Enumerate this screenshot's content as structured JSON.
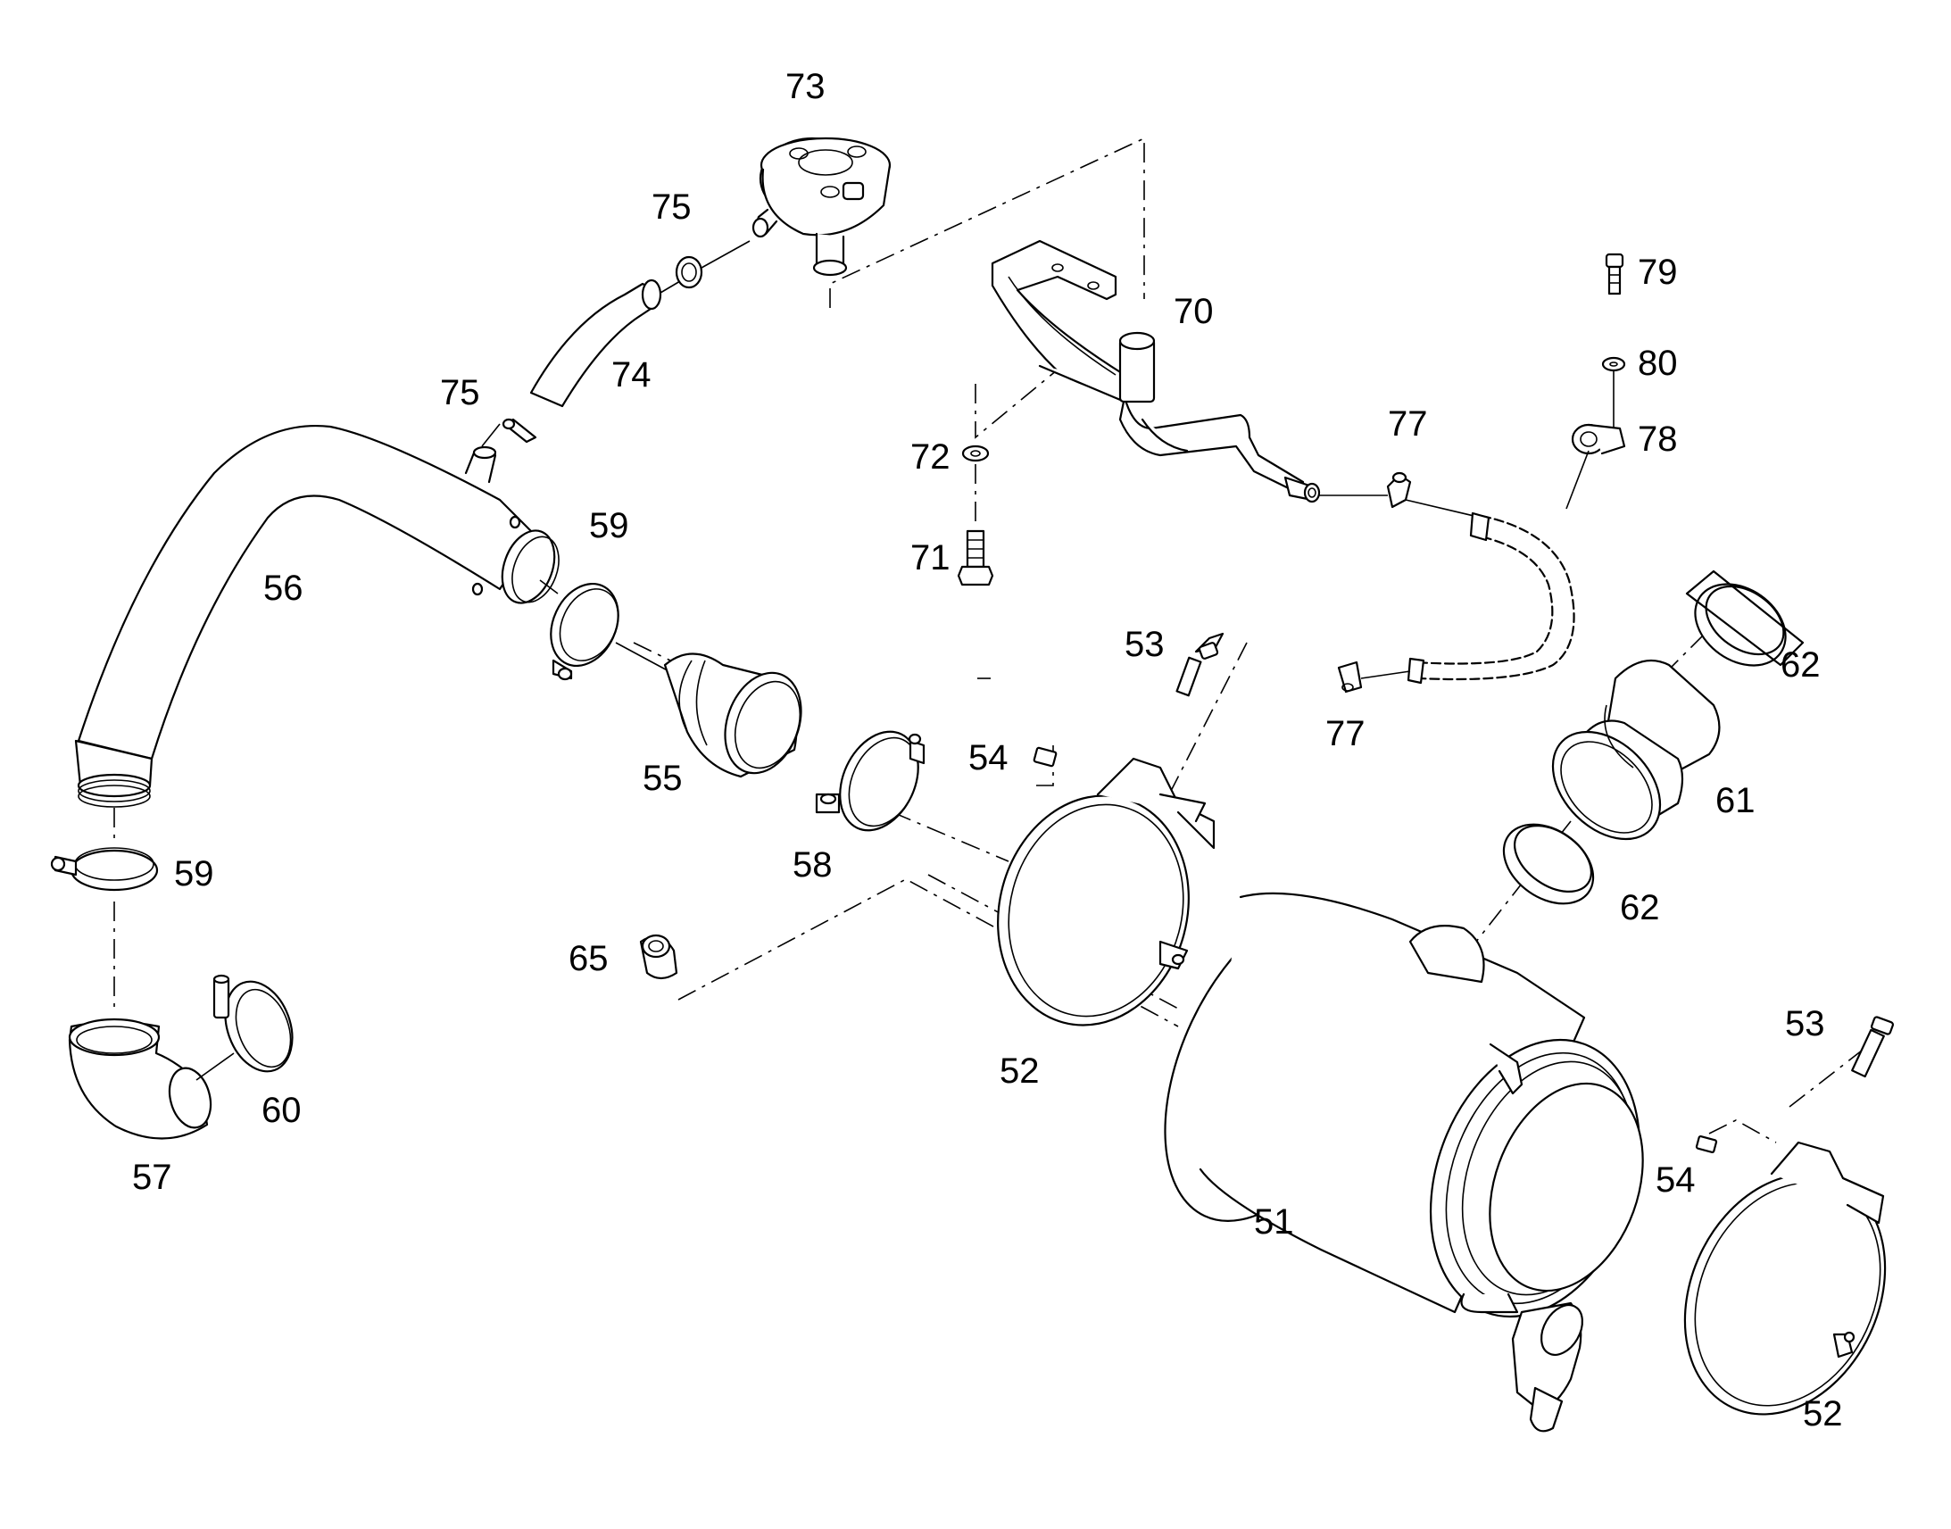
{
  "labels": {
    "l73": "73",
    "l75a": "75",
    "l74": "74",
    "l75b": "75",
    "l70": "70",
    "l79": "79",
    "l80": "80",
    "l78": "78",
    "l77a": "77",
    "l72": "72",
    "l71": "71",
    "l56": "56",
    "l59a": "59",
    "l53a": "53",
    "l62a": "62",
    "l77b": "77",
    "l55": "55",
    "l54a": "54",
    "l61": "61",
    "l58": "58",
    "l59b": "59",
    "l62b": "62",
    "l65": "65",
    "l52a": "52",
    "l60": "60",
    "l53b": "53",
    "l57": "57",
    "l51": "51",
    "l54b": "54",
    "l52b": "52"
  }
}
